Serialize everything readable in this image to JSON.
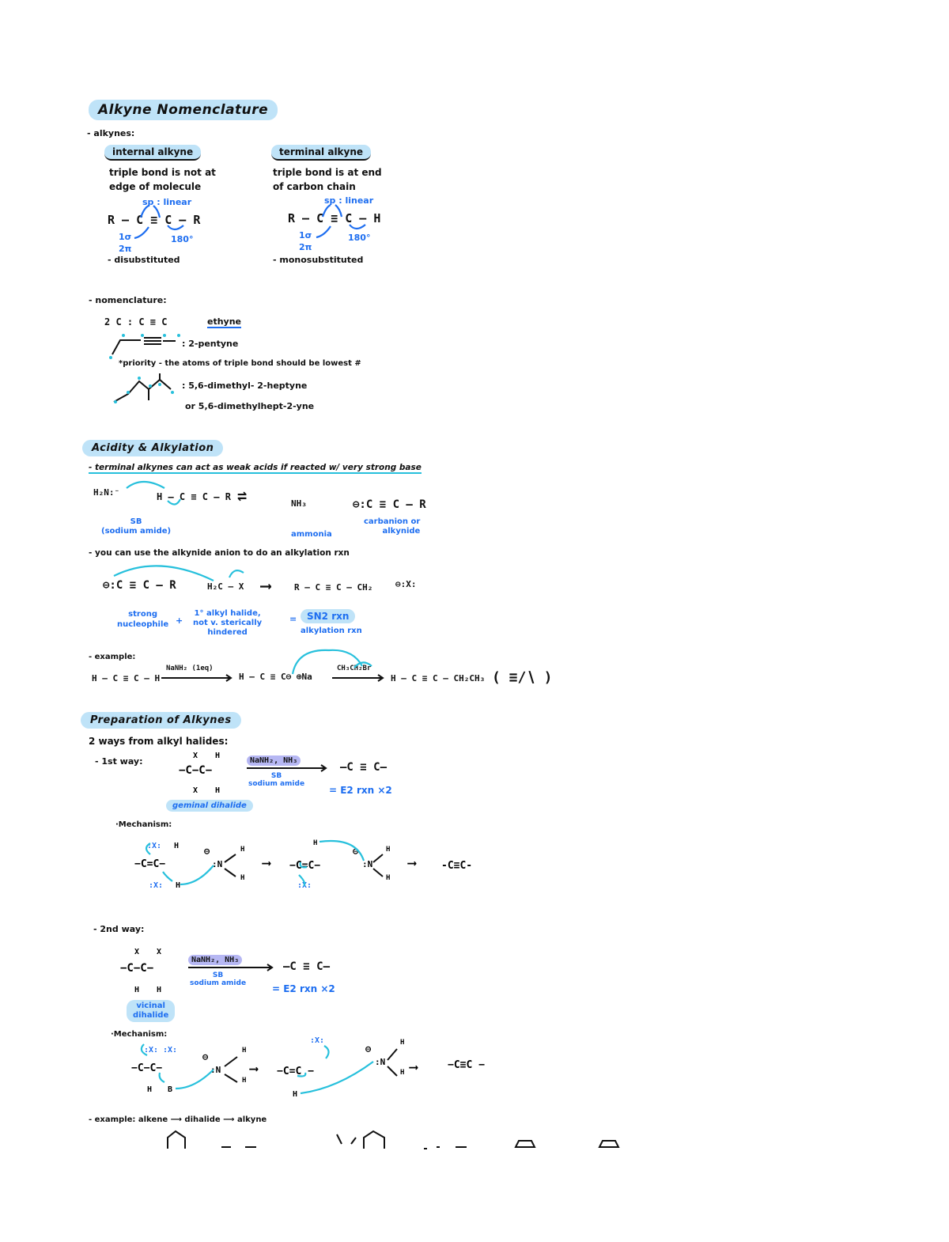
{
  "sections": {
    "nomenclature": {
      "title": "Alkyne Nomenclature",
      "intro": "- alkynes:",
      "internal": {
        "label": "internal alkyne",
        "desc1": "triple bond is not at",
        "desc2": "edge of molecule",
        "hybrid": "sp : linear",
        "structure": "R — C ≡ C — R",
        "notes": [
          "1σ",
          "2π",
          "180°"
        ],
        "substitution": "- disubstituted"
      },
      "terminal": {
        "label": "terminal alkyne",
        "desc1": "triple bond is at end",
        "desc2": "of carbon chain",
        "hybrid": "sp : linear",
        "structure": "R — C ≡ C — H",
        "notes": [
          "1σ",
          "2π",
          "180°"
        ],
        "substitution": "- monosubstituted"
      },
      "rules_label": "- nomenclature:",
      "rules": [
        {
          "lhs": "2 C :  C ≡ C",
          "name": "ethyne"
        },
        {
          "lhs": "skeletal",
          "name": ": 2-pentyne"
        },
        {
          "note": "*priority - the atoms of triple bond should be lowest #"
        },
        {
          "lhs": "skeletal",
          "name": ": 5,6-dimethyl- 2-heptyne"
        },
        {
          "alt": "or 5,6-dimethylhept-2-yne"
        }
      ]
    },
    "acidity": {
      "title": "Acidity & Alkylation",
      "line1": "- terminal alkynes can act as weak acids if reacted w/ very strong base",
      "eq1": {
        "reactant1": "H₂N:⁻",
        "reactant2": "H — C ≡ C — R",
        "arrow": "⇌",
        "product1": "NH₃",
        "product2": "⊖:C ≡ C — R",
        "label1": "SB\n(sodium amide)",
        "label2": "ammonia",
        "label3": "carbanion or\nalkynide"
      },
      "line2": "- you can use the alkynide anion to do an alkylation rxn",
      "eq2": {
        "reactant1": "⊖:C ≡ C — R",
        "reactant2": "H₂C — X",
        "arrow": "⟶",
        "product1": "R — C ≡ C — CH₂",
        "product2": "⊖:X:",
        "label1": "strong\nnucleophile",
        "plus": "+",
        "label2": "1° alkyl halide,\nnot v. sterically\nhindered",
        "eq": "=",
        "label3": "SN2 rxn",
        "label4": "alkylation rxn"
      },
      "example_label": "- example:",
      "example": {
        "start": "H — C ≡ C — H",
        "reagent1": "NaNH₂ (1eq)",
        "mid": "H — C ≡ C⊖  ⊕Na",
        "reagent2": "CH₃CH₂Br",
        "product": "H — C ≡ C — CH₂CH₃",
        "skeletal": "( ≡∕∖ )"
      }
    },
    "preparation": {
      "title": "Preparation of Alkynes",
      "intro": "2 ways from alkyl halides:",
      "way1": {
        "label": "- 1st way:",
        "reagents": "NaNH₂, NH₃",
        "reagent_note": "SB\nsodium amide",
        "product": "—C ≡ C—",
        "note": "= E2 rxn ×2",
        "substrate_label": "geminal dihalide",
        "mechanism_label": "·Mechanism:",
        "final": "-C ≡ C-"
      },
      "way2": {
        "label": "- 2nd way:",
        "reagents": "NaNH₂, NH₃",
        "reagent_note": "SB\nsodium amide",
        "product": "—C ≡ C—",
        "note": "= E2 rxn ×2",
        "substrate_label": "vicinal\ndihalide",
        "mechanism_label": "·Mechanism:",
        "final": "—C ≡ C—"
      },
      "example_line": "- example: alkene ⟶ dihalide ⟶ alkyne"
    }
  },
  "colors": {
    "highlight": "#bfe3f8",
    "blue_ink": "#1e6ef0",
    "cyan_ink": "#27c0dc",
    "purple_highlight": "#b6b7f3",
    "black_ink": "#111111"
  }
}
